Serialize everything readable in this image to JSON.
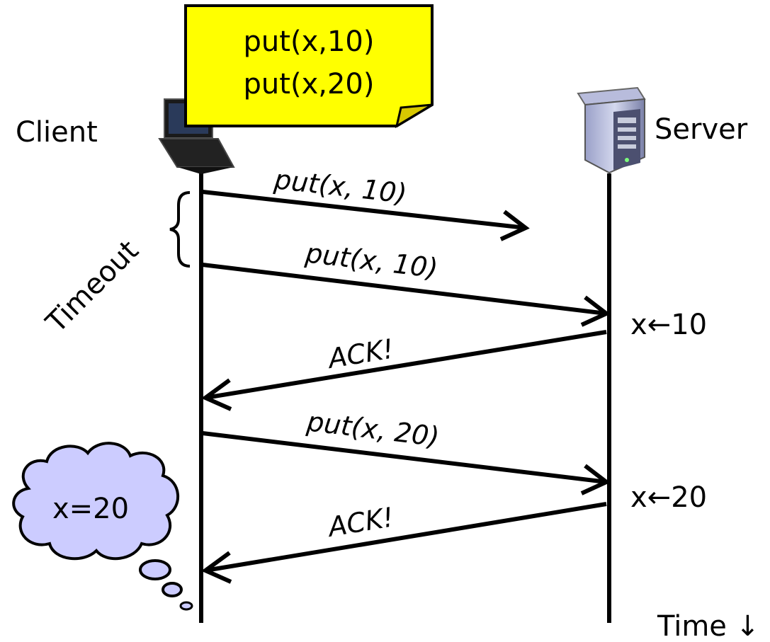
{
  "note": {
    "lines": [
      "put(x,10)",
      "put(x,20)"
    ],
    "color": "#ffff00"
  },
  "actors": {
    "client": "Client",
    "server": "Server"
  },
  "timeout_label": "Timeout",
  "messages": [
    {
      "label": "put(x, 10)",
      "direction": "to-server",
      "delivered": false
    },
    {
      "label": "put(x, 10)",
      "direction": "to-server",
      "delivered": true
    },
    {
      "label": "ACK!",
      "direction": "to-client",
      "delivered": true
    },
    {
      "label": "put(x, 20)",
      "direction": "to-server",
      "delivered": true
    },
    {
      "label": "ACK!",
      "direction": "to-client",
      "delivered": true
    }
  ],
  "server_state": [
    "x←10",
    "x←20"
  ],
  "client_thought": {
    "text": "x=20",
    "color": "#ccccff"
  },
  "time_label": "Time ↓",
  "icons": {
    "client": "laptop-icon",
    "server": "server-tower-icon"
  }
}
